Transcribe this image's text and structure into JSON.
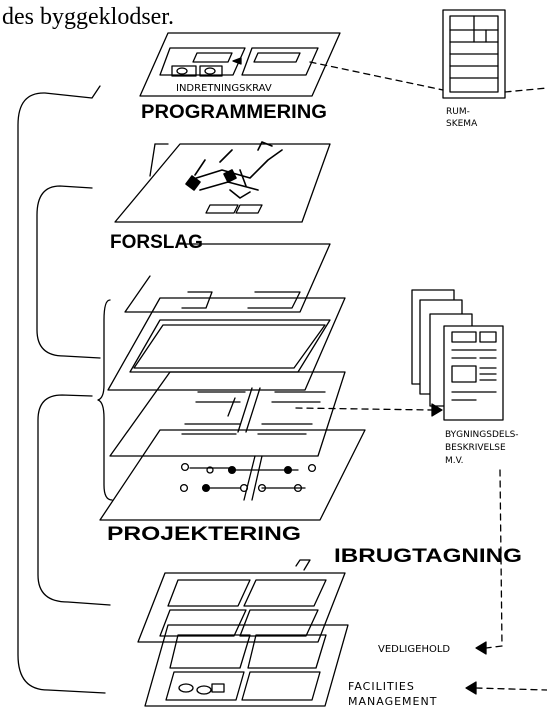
{
  "intro_text": "des byggeklodser.",
  "stages": {
    "programmering": "PROGRAMMERING",
    "forslag": "FORSLAG",
    "projektering": "PROJEKTERING",
    "ibrugtagning": "IBRUGTAGNING"
  },
  "annotations": {
    "indretningskrav": "INDRETNINGSKRAV",
    "rum_line1": "RUM-",
    "rum_line2": "SKEMA",
    "byg_line1": "BYGNINGSDELS-",
    "byg_line2": "BESKRIVELSE",
    "byg_line3": "M.V.",
    "vedligehold": "VEDLIGEHOLD",
    "fm_line1": "FACILITIES",
    "fm_line2": "MANAGEMENT"
  }
}
